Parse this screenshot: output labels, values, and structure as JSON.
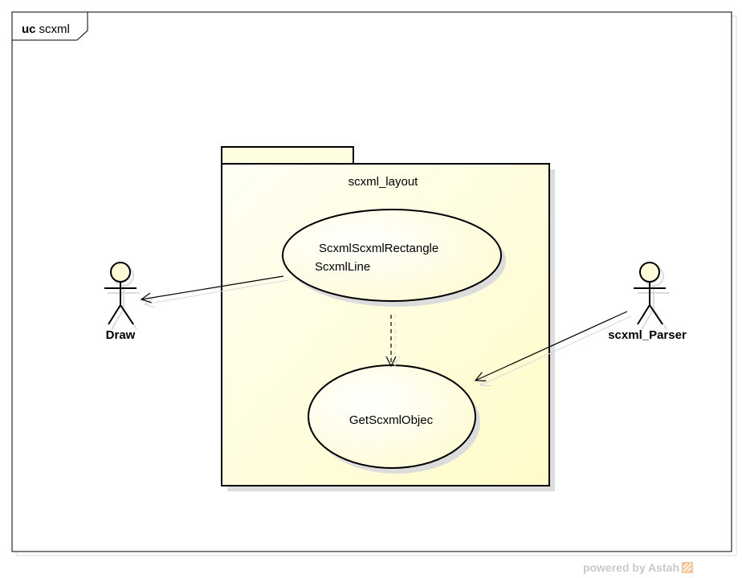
{
  "frame": {
    "keyword": "uc",
    "name": "scxml"
  },
  "package": {
    "name": "scxml_layout"
  },
  "use_cases": [
    {
      "id": "uc1",
      "lines": [
        "ScxmlScxmlRectangle",
        "ScxmlLine"
      ]
    },
    {
      "id": "uc2",
      "lines": [
        "GetScxmlObjec"
      ]
    }
  ],
  "actors": [
    {
      "id": "draw",
      "name": "Draw"
    },
    {
      "id": "parser",
      "name": "scxml_Parser"
    }
  ],
  "watermark": {
    "text": "powered by Astah"
  },
  "colors": {
    "package_fill": "#fffde0",
    "actor_fill": "#fffbd6",
    "usecase_fill": "#fffde8"
  }
}
